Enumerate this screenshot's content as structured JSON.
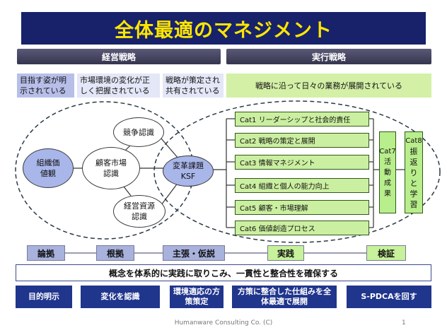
{
  "title": "全体最適のマネジメント",
  "sections": {
    "strategy": "経営戦略",
    "execution": "実行戦略"
  },
  "top_boxes": [
    "目指す姿が明示されている",
    "市場環境の変化が正しく把握されている",
    "戦略が策定され共有されている",
    "戦略に沿って日々の業務が展開されている"
  ],
  "nodes": {
    "values": "組織価値観",
    "customer": "顧客市場認識",
    "competition": "競争認識",
    "resources": "経営資源認識",
    "ksf": "変革課題KSF"
  },
  "categories": [
    "Cat1 リーダーシップと社会的責任",
    "Cat2 戦略の策定と展開",
    "Cat3 情報マネジメント",
    "Cat4 組織と個人の能力向上",
    "Cat5 顧客・市場理解",
    "Cat6 価値創造プロセス"
  ],
  "cat7": [
    "Cat7",
    "活",
    "動",
    "成",
    "果"
  ],
  "cat8": [
    "Cat8",
    "振",
    "返",
    "り",
    "と",
    "学",
    "習"
  ],
  "steps": [
    "論拠",
    "根拠",
    "主張・仮説",
    "実践",
    "検証"
  ],
  "banner": "概念を体系的に実践に取りこみ、一貫性と整合性を確保する",
  "buttons": [
    "目的明示",
    "変化を認識",
    "環境適応の方策策定",
    "方策に整合した仕組みを全体最適で展開",
    "S-PDCAを回す"
  ],
  "footer": "Humanware Consulting Co. (C)",
  "page_number": "1"
}
